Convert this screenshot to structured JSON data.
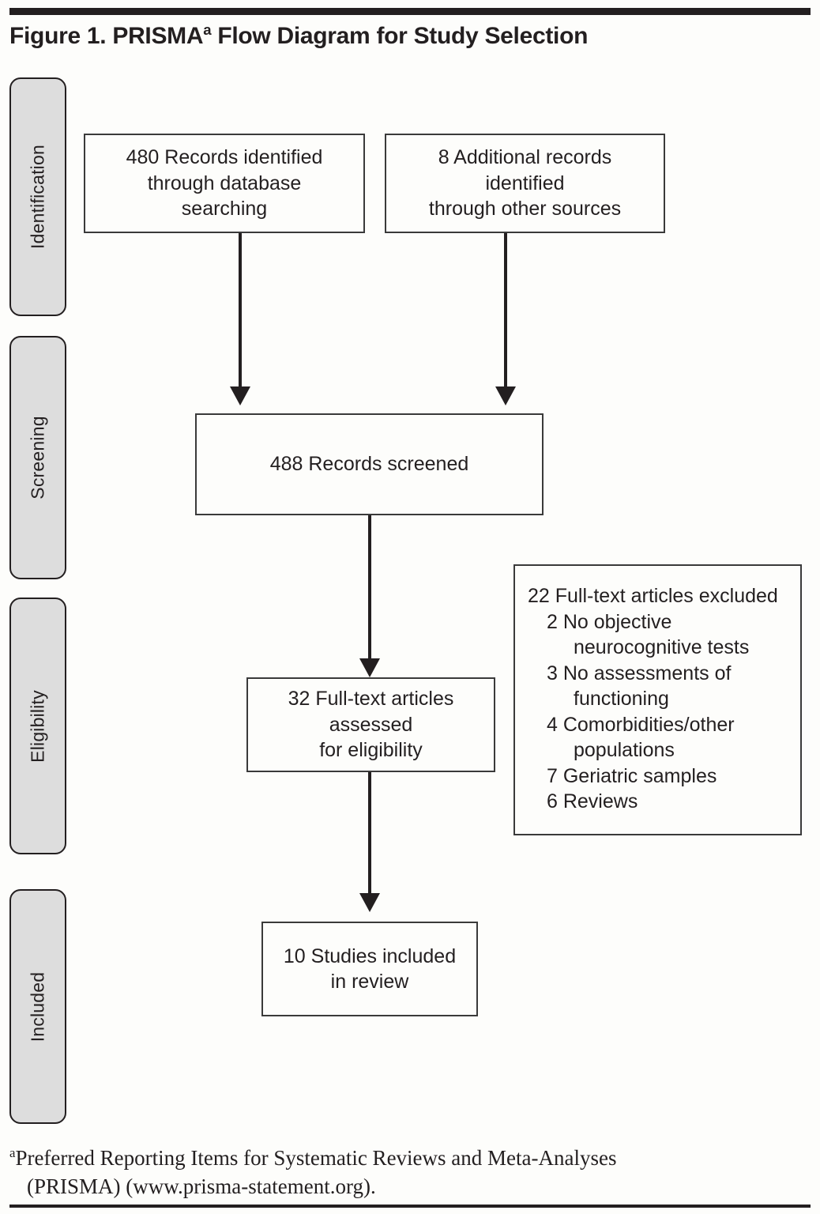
{
  "figure": {
    "title_prefix": "Figure 1. PRISMA",
    "title_marker": "a",
    "title_suffix": " Flow Diagram for Study Selection"
  },
  "stages": [
    {
      "label": "Identification"
    },
    {
      "label": "Screening"
    },
    {
      "label": "Eligibility"
    },
    {
      "label": "Included"
    }
  ],
  "nodes": {
    "database_records": {
      "count": "480",
      "text": "480 Records identified\nthrough database\nsearching"
    },
    "other_records": {
      "count": "8",
      "text": "8 Additional records\nidentified\nthrough other sources"
    },
    "screened": {
      "count": "488",
      "text": "488 Records screened"
    },
    "full_text_assessed": {
      "count": "32",
      "text": "32 Full-text articles\nassessed\nfor eligibility"
    },
    "included": {
      "count": "10",
      "text": "10 Studies included\nin review"
    }
  },
  "exclusions": {
    "heading": "22 Full-text articles excluded",
    "heading_count": "22",
    "items": [
      {
        "count": "2",
        "line1": "2 No objective",
        "line2": "neurocognitive tests"
      },
      {
        "count": "3",
        "line1": "3 No assessments of",
        "line2": "functioning"
      },
      {
        "count": "4",
        "line1": "4 Comorbidities/other",
        "line2": "populations"
      },
      {
        "count": "7",
        "line1": "7 Geriatric samples",
        "line2": ""
      },
      {
        "count": "6",
        "line1": "6 Reviews",
        "line2": ""
      }
    ]
  },
  "footnote": {
    "marker": "a",
    "line1": "Preferred Reporting Items for Systematic Reviews and Meta-Analyses",
    "line2": "(PRISMA) (www.prisma-statement.org)."
  },
  "colors": {
    "ink": "#231f20",
    "stage_fill": "#dddddd",
    "box_border": "#3a3a3a",
    "page": "#fdfdfb"
  }
}
